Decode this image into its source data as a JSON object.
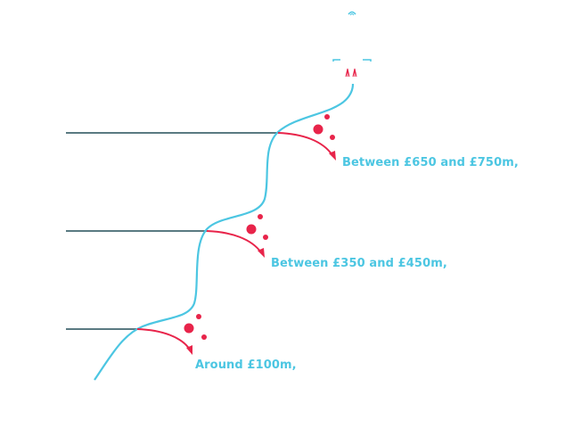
{
  "colors": {
    "curve": "#4cc6e2",
    "line": "#5a7a82",
    "accent": "#e8244a",
    "label": "#4cc6e2",
    "background": "#ffffff"
  },
  "icons": {
    "top": "rocket-icon"
  },
  "steps": [
    {
      "label": "Between £650 and £750m,"
    },
    {
      "label": "Between £350 and £450m,"
    },
    {
      "label": "Around £100m,"
    }
  ]
}
